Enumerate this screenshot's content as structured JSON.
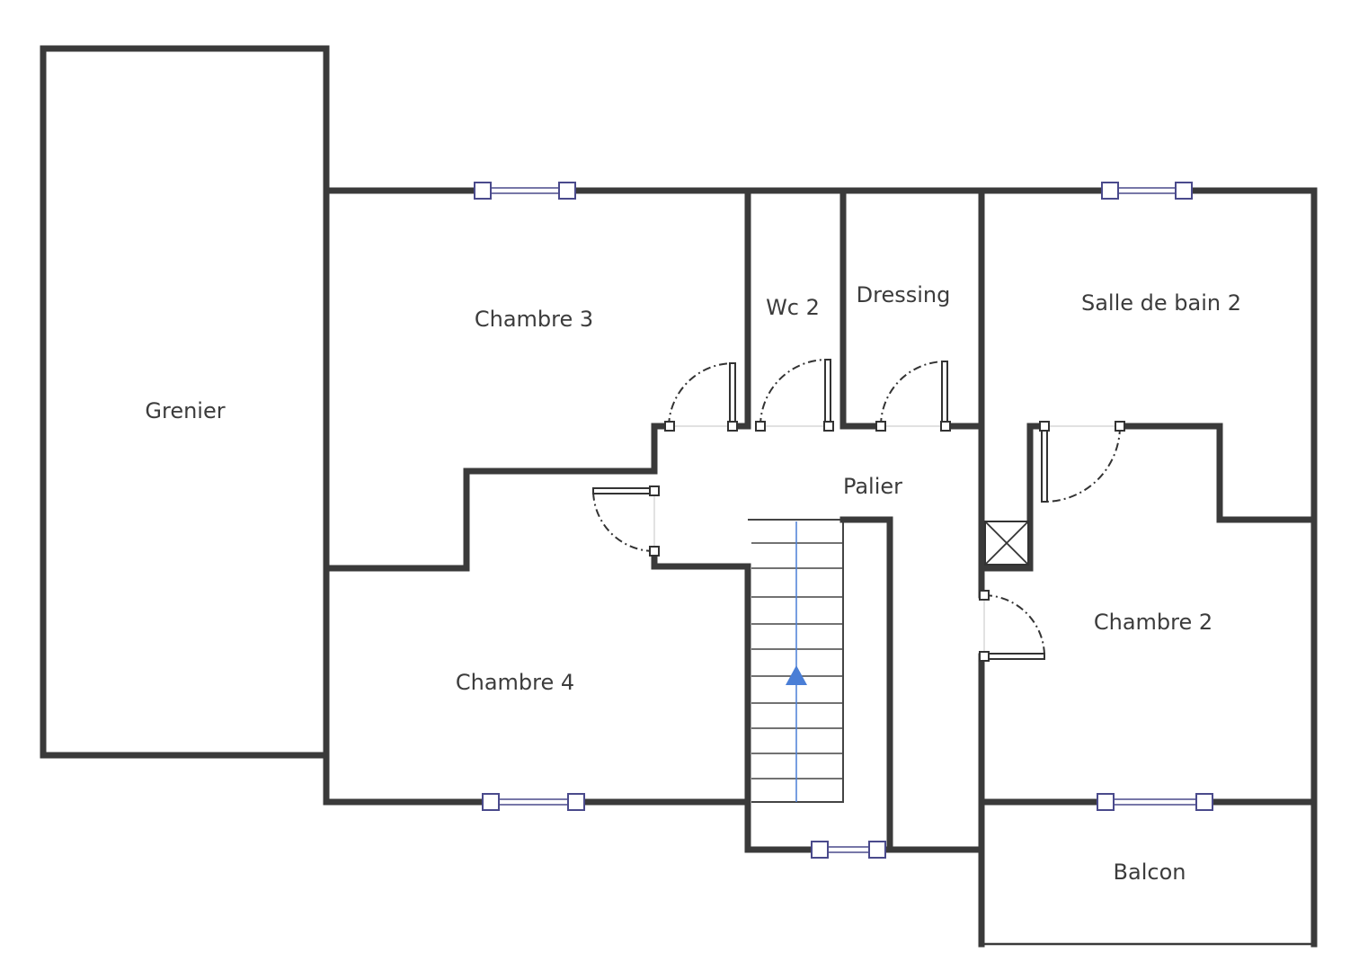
{
  "rooms": {
    "grenier": "Grenier",
    "chambre3": "Chambre 3",
    "wc2": "Wc 2",
    "dressing": "Dressing",
    "salle_de_bain2": "Salle de bain 2",
    "palier": "Palier",
    "chambre4": "Chambre 4",
    "chambre2": "Chambre 2",
    "balcon": "Balcon"
  },
  "colors": {
    "wall": "#3a3a3a",
    "window": "#4a4a8c",
    "stair_arrow": "#4a7ed6",
    "label": "#3c3c3c"
  },
  "icons": {
    "stair_direction": "arrow-up-icon",
    "duct": "crossed-box-icon"
  }
}
